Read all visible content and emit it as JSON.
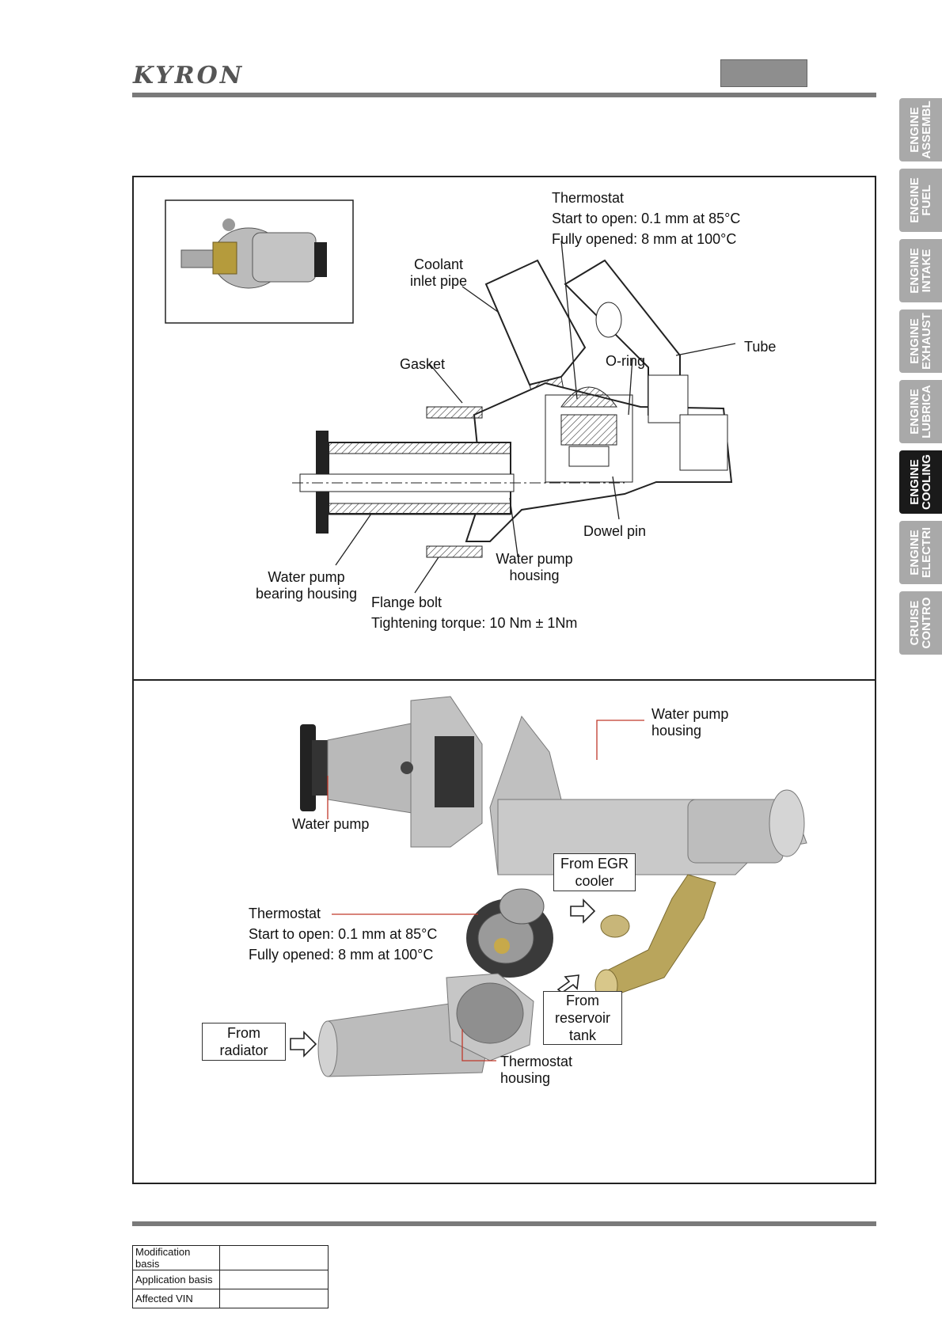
{
  "header": {
    "logo_text": "KYRON"
  },
  "side_tabs": [
    {
      "label": "ENGINE\nASSEMBL",
      "active": false
    },
    {
      "label": "ENGINE\nFUEL",
      "active": false
    },
    {
      "label": "ENGINE\nINTAKE",
      "active": false
    },
    {
      "label": "ENGINE\nEXHAUST",
      "active": false
    },
    {
      "label": "ENGINE\nLUBRICA",
      "active": false
    },
    {
      "label": "ENGINE\nCOOLING",
      "active": true
    },
    {
      "label": "ENGINE\nELECTRI",
      "active": false
    },
    {
      "label": "CRUISE\nCONTRO",
      "active": false
    }
  ],
  "diagram_top": {
    "thermostat_title": "Thermostat",
    "thermostat_open": "Start to open: 0.1 mm at 85°C",
    "thermostat_full": "Fully opened: 8 mm at 100°C",
    "coolant_inlet_1": "Coolant",
    "coolant_inlet_2": "inlet pipe",
    "gasket": "Gasket",
    "oring": "O-ring",
    "tube": "Tube",
    "dowel_pin": "Dowel pin",
    "wp_housing_1": "Water pump",
    "wp_housing_2": "housing",
    "bearing_1": "Water pump",
    "bearing_2": "bearing housing",
    "flange_bolt": "Flange bolt",
    "torque": "Tightening torque: 10 Nm ± 1Nm"
  },
  "diagram_bottom": {
    "wp_housing_1": "Water pump",
    "wp_housing_2": "housing",
    "water_pump": "Water pump",
    "egr_1": "From EGR",
    "egr_2": "cooler",
    "thermostat_title": "Thermostat",
    "thermostat_open": "Start to open: 0.1 mm at 85°C",
    "thermostat_full": "Fully opened: 8 mm at 100°C",
    "reservoir_1": "From",
    "reservoir_2": "reservoir",
    "reservoir_3": "tank",
    "radiator_1": "From",
    "radiator_2": "radiator",
    "th_housing_1": "Thermostat",
    "th_housing_2": "housing"
  },
  "footer_table": [
    {
      "key": "Modification basis",
      "value": ""
    },
    {
      "key": "Application basis",
      "value": ""
    },
    {
      "key": "Affected VIN",
      "value": ""
    }
  ]
}
